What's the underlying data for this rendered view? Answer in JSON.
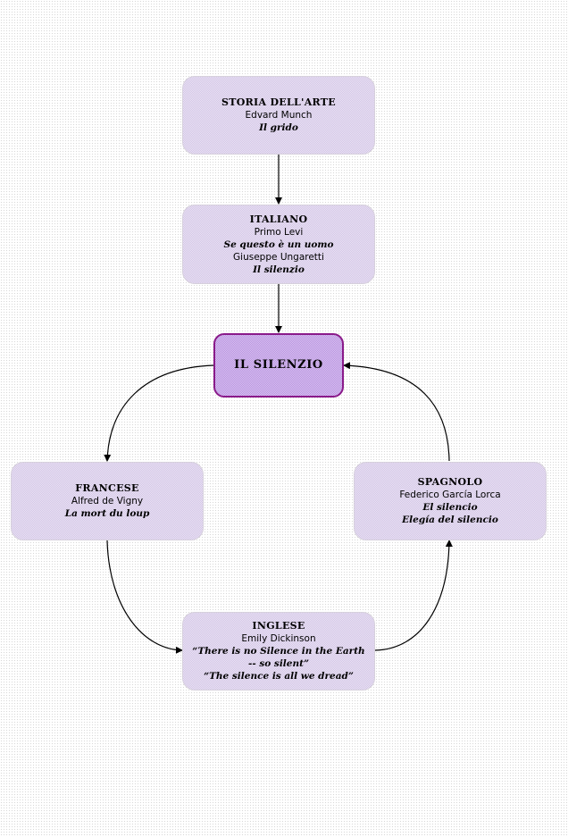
{
  "diagram": {
    "center": {
      "title": "IL SILENZIO"
    },
    "nodes": {
      "arte": {
        "title": "STORIA DELL'ARTE",
        "lines": [
          {
            "text": "Edvard Munch",
            "kind": "author"
          },
          {
            "text": "Il grido",
            "kind": "work"
          }
        ]
      },
      "italiano": {
        "title": "ITALIANO",
        "lines": [
          {
            "text": "Primo Levi",
            "kind": "author"
          },
          {
            "text": "Se questo è un uomo",
            "kind": "work"
          },
          {
            "text": "Giuseppe Ungaretti",
            "kind": "author"
          },
          {
            "text": "Il silenzio",
            "kind": "work"
          }
        ]
      },
      "francese": {
        "title": "FRANCESE",
        "lines": [
          {
            "text": "Alfred de Vigny",
            "kind": "author"
          },
          {
            "text": "La mort du loup",
            "kind": "work"
          }
        ]
      },
      "spagnolo": {
        "title": "SPAGNOLO",
        "lines": [
          {
            "text": "Federico García Lorca",
            "kind": "author"
          },
          {
            "text": "El silencio",
            "kind": "work"
          },
          {
            "text": "Elegía del silencio",
            "kind": "work"
          }
        ]
      },
      "inglese": {
        "title": "INGLESE",
        "lines": [
          {
            "text": "Emily Dickinson",
            "kind": "author"
          },
          {
            "text": "“There is no Silence in the Earth",
            "kind": "work"
          },
          {
            "text": "-- so silent”",
            "kind": "work"
          },
          {
            "text": "“The silence is all we dread”",
            "kind": "work"
          }
        ]
      }
    },
    "edges": [
      {
        "from": "arte",
        "to": "italiano"
      },
      {
        "from": "italiano",
        "to": "center"
      },
      {
        "from": "center",
        "to": "francese"
      },
      {
        "from": "francese",
        "to": "inglese"
      },
      {
        "from": "inglese",
        "to": "spagnolo"
      },
      {
        "from": "spagnolo",
        "to": "center"
      }
    ],
    "colors": {
      "node_fill": "#ebe4f2",
      "center_border": "#8a1a8a",
      "arrow": "#000000"
    }
  }
}
